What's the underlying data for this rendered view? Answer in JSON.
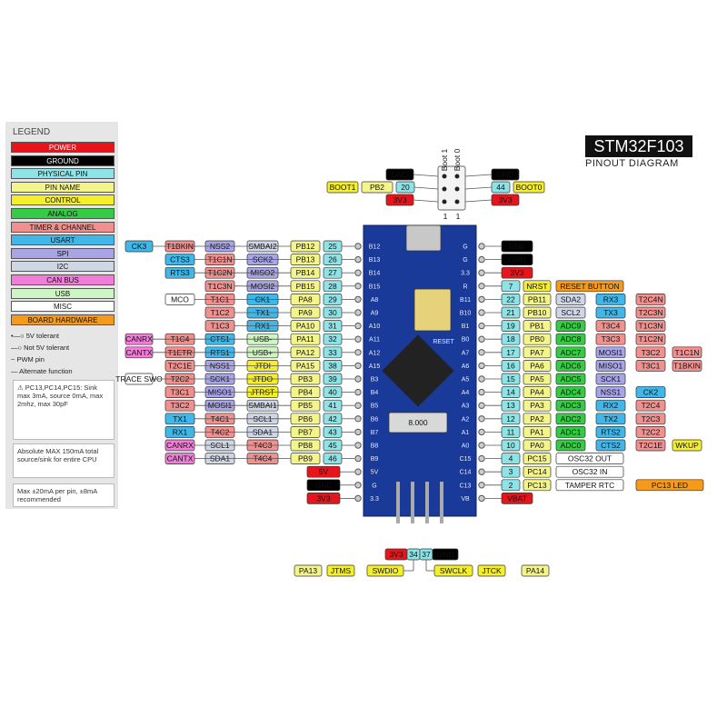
{
  "title": "STM32F103",
  "subtitle": "PINOUT DIAGRAM",
  "legend": {
    "title": "LEGEND",
    "categories": [
      {
        "label": "POWER",
        "color": "#e8141b",
        "text": "#fff"
      },
      {
        "label": "GROUND",
        "color": "#000000",
        "text": "#fff"
      },
      {
        "label": "PHYSICAL PIN",
        "color": "#8ee3e6",
        "text": "#111"
      },
      {
        "label": "PIN NAME",
        "color": "#f3f58a",
        "text": "#111"
      },
      {
        "label": "CONTROL",
        "color": "#f4ef2a",
        "text": "#111"
      },
      {
        "label": "ANALOG",
        "color": "#33cc44",
        "text": "#111"
      },
      {
        "label": "TIMER & CHANNEL",
        "color": "#f0918f",
        "text": "#111"
      },
      {
        "label": "USART",
        "color": "#40b7e8",
        "text": "#111"
      },
      {
        "label": "SPI",
        "color": "#a8a4e6",
        "text": "#111"
      },
      {
        "label": "I2C",
        "color": "#cfd6e6",
        "text": "#111"
      },
      {
        "label": "CAN BUS",
        "color": "#f07dd7",
        "text": "#111"
      },
      {
        "label": "USB",
        "color": "#cff5c4",
        "text": "#111"
      },
      {
        "label": "MISC",
        "color": "#ffffff",
        "text": "#111"
      },
      {
        "label": "BOARD HARDWARE",
        "color": "#f59a1a",
        "text": "#111"
      }
    ],
    "symbols": [
      "5V tolerant",
      "Not 5V tolerant",
      "PWM pin",
      "Alternate function"
    ],
    "note_pc13": "PC13,PC14,PC15: Sink max 3mA, source 0mA, max 2mhz, max 30pF",
    "note_abs": "Absolute MAX 150mA total source/sink for entire CPU",
    "note_pin": "Max ±20mA per pin, ±8mA recommended"
  },
  "colors": {
    "POWER": "#e8141b",
    "GROUND": "#000000",
    "PIN": "#8ee3e6",
    "NAME": "#f3f58a",
    "CTRL": "#f4ef2a",
    "ANALOG": "#33cc44",
    "TIMER": "#f0918f",
    "USART": "#40b7e8",
    "SPI": "#a8a4e6",
    "I2C": "#cfd6e6",
    "CAN": "#f07dd7",
    "USB": "#cff5c4",
    "MISC": "#ffffff",
    "HW": "#f59a1a",
    "BOARD": "#1a3a9a"
  },
  "top_left": [
    {
      "func": "GND",
      "pin": "",
      "cat": "GROUND"
    },
    {
      "func": "PB2",
      "pin": "20",
      "cat": "NAME",
      "extra": "BOOT1"
    },
    {
      "func": "3V3",
      "pin": "",
      "cat": "POWER"
    }
  ],
  "top_right": [
    {
      "func": "GND",
      "pin": "",
      "cat": "GROUND"
    },
    {
      "func": "BOOT0",
      "pin": "44",
      "cat": "CTRL"
    },
    {
      "func": "3V3",
      "pin": "",
      "cat": "POWER"
    }
  ],
  "boot_labels": [
    "Boot 1",
    "Boot 0"
  ],
  "boot_pins": [
    "1",
    "1"
  ],
  "left_rows": [
    {
      "pin": "25",
      "name": "PB12",
      "alts": [
        [
          "SMBAI2",
          "I2C"
        ],
        [
          "NSS2",
          "SPI"
        ],
        [
          "T1BKIN",
          "TIMER"
        ],
        [
          "CK3",
          "USART"
        ]
      ]
    },
    {
      "pin": "26",
      "name": "PB13",
      "alts": [
        [
          "SCK2",
          "SPI"
        ],
        [
          "T1C1N",
          "TIMER"
        ],
        [
          "CTS3",
          "USART"
        ]
      ]
    },
    {
      "pin": "27",
      "name": "PB14",
      "alts": [
        [
          "MISO2",
          "SPI"
        ],
        [
          "T1C2N",
          "TIMER"
        ],
        [
          "RTS3",
          "USART"
        ]
      ]
    },
    {
      "pin": "28",
      "name": "PB15",
      "alts": [
        [
          "MOSI2",
          "SPI"
        ],
        [
          "T1C3N",
          "TIMER"
        ]
      ]
    },
    {
      "pin": "29",
      "name": "PA8",
      "alts": [
        [
          "CK1",
          "USART"
        ],
        [
          "T1C1",
          "TIMER"
        ],
        [
          "MCO",
          "MISC"
        ]
      ]
    },
    {
      "pin": "30",
      "name": "PA9",
      "alts": [
        [
          "TX1",
          "USART"
        ],
        [
          "T1C2",
          "TIMER"
        ]
      ]
    },
    {
      "pin": "31",
      "name": "PA10",
      "alts": [
        [
          "RX1",
          "USART"
        ],
        [
          "T1C3",
          "TIMER"
        ]
      ]
    },
    {
      "pin": "32",
      "name": "PA11",
      "alts": [
        [
          "USB-",
          "USB"
        ],
        [
          "CTS1",
          "USART"
        ],
        [
          "T1C4",
          "TIMER"
        ],
        [
          "CANRX",
          "CAN"
        ]
      ]
    },
    {
      "pin": "33",
      "name": "PA12",
      "alts": [
        [
          "USB+",
          "USB"
        ],
        [
          "RTS1",
          "USART"
        ],
        [
          "T1ETR",
          "TIMER"
        ],
        [
          "CANTX",
          "CAN"
        ]
      ]
    },
    {
      "pin": "38",
      "name": "PA15",
      "alts": [
        [
          "JTDI",
          "CTRL"
        ],
        [
          "NSS1",
          "SPI"
        ],
        [
          "T2C1E",
          "TIMER"
        ]
      ]
    },
    {
      "pin": "39",
      "name": "PB3",
      "alts": [
        [
          "JTDO",
          "CTRL"
        ],
        [
          "SCK1",
          "SPI"
        ],
        [
          "T2C2",
          "TIMER"
        ],
        [
          "TRACE SWO",
          "MISC"
        ]
      ]
    },
    {
      "pin": "40",
      "name": "PB4",
      "alts": [
        [
          "JTRST",
          "CTRL"
        ],
        [
          "MISO1",
          "SPI"
        ],
        [
          "T3C1",
          "TIMER"
        ]
      ]
    },
    {
      "pin": "41",
      "name": "PB5",
      "alts": [
        [
          "SMBAI1",
          "I2C"
        ],
        [
          "MOSI1",
          "SPI"
        ],
        [
          "T3C2",
          "TIMER"
        ]
      ]
    },
    {
      "pin": "42",
      "name": "PB6",
      "alts": [
        [
          "SCL1",
          "I2C"
        ],
        [
          "T4C1",
          "TIMER"
        ],
        [
          "TX1",
          "USART"
        ]
      ]
    },
    {
      "pin": "43",
      "name": "PB7",
      "alts": [
        [
          "SDA1",
          "I2C"
        ],
        [
          "T4C2",
          "TIMER"
        ],
        [
          "RX1",
          "USART"
        ]
      ]
    },
    {
      "pin": "45",
      "name": "PB8",
      "alts": [
        [
          "T4C3",
          "TIMER"
        ],
        [
          "SCL1",
          "I2C"
        ],
        [
          "CANRX",
          "CAN"
        ]
      ]
    },
    {
      "pin": "46",
      "name": "PB9",
      "alts": [
        [
          "T4C4",
          "TIMER"
        ],
        [
          "SDA1",
          "I2C"
        ],
        [
          "CANTX",
          "CAN"
        ]
      ]
    },
    {
      "pin": "",
      "name": "5V",
      "power": "POWER"
    },
    {
      "pin": "",
      "name": "GND",
      "power": "GROUND"
    },
    {
      "pin": "",
      "name": "3V3",
      "power": "POWER"
    }
  ],
  "right_rows": [
    {
      "pin": "",
      "name": "GND",
      "power": "GROUND"
    },
    {
      "pin": "",
      "name": "GND",
      "power": "GROUND"
    },
    {
      "pin": "",
      "name": "3V3",
      "power": "POWER"
    },
    {
      "pin": "7",
      "name": "NRST",
      "cat": "CTRL",
      "alts": [
        [
          "RESET BUTTON",
          "HW"
        ]
      ]
    },
    {
      "pin": "22",
      "name": "PB11",
      "alts": [
        [
          "SDA2",
          "I2C"
        ],
        [
          "RX3",
          "USART"
        ],
        [
          "T2C4N",
          "TIMER"
        ]
      ]
    },
    {
      "pin": "21",
      "name": "PB10",
      "alts": [
        [
          "SCL2",
          "I2C"
        ],
        [
          "TX3",
          "USART"
        ],
        [
          "T2C3N",
          "TIMER"
        ]
      ]
    },
    {
      "pin": "19",
      "name": "PB1",
      "alts": [
        [
          "ADC9",
          "ANALOG"
        ],
        [
          "T3C4",
          "TIMER"
        ],
        [
          "T1C3N",
          "TIMER"
        ]
      ]
    },
    {
      "pin": "18",
      "name": "PB0",
      "alts": [
        [
          "ADC8",
          "ANALOG"
        ],
        [
          "T3C3",
          "TIMER"
        ],
        [
          "T1C2N",
          "TIMER"
        ]
      ]
    },
    {
      "pin": "17",
      "name": "PA7",
      "alts": [
        [
          "ADC7",
          "ANALOG"
        ],
        [
          "MOSI1",
          "SPI"
        ],
        [
          "T3C2",
          "TIMER"
        ],
        [
          "T1C1N",
          "TIMER"
        ]
      ]
    },
    {
      "pin": "16",
      "name": "PA6",
      "alts": [
        [
          "ADC6",
          "ANALOG"
        ],
        [
          "MISO1",
          "SPI"
        ],
        [
          "T3C1",
          "TIMER"
        ],
        [
          "T1BKIN",
          "TIMER"
        ]
      ]
    },
    {
      "pin": "15",
      "name": "PA5",
      "alts": [
        [
          "ADC5",
          "ANALOG"
        ],
        [
          "SCK1",
          "SPI"
        ]
      ]
    },
    {
      "pin": "14",
      "name": "PA4",
      "alts": [
        [
          "ADC4",
          "ANALOG"
        ],
        [
          "NSS1",
          "SPI"
        ],
        [
          "CK2",
          "USART"
        ]
      ]
    },
    {
      "pin": "13",
      "name": "PA3",
      "alts": [
        [
          "ADC3",
          "ANALOG"
        ],
        [
          "RX2",
          "USART"
        ],
        [
          "T2C4",
          "TIMER"
        ]
      ]
    },
    {
      "pin": "12",
      "name": "PA2",
      "alts": [
        [
          "ADC2",
          "ANALOG"
        ],
        [
          "TX2",
          "USART"
        ],
        [
          "T2C3",
          "TIMER"
        ]
      ]
    },
    {
      "pin": "11",
      "name": "PA1",
      "alts": [
        [
          "ADC1",
          "ANALOG"
        ],
        [
          "RTS2",
          "USART"
        ],
        [
          "T2C2",
          "TIMER"
        ]
      ]
    },
    {
      "pin": "10",
      "name": "PA0",
      "alts": [
        [
          "ADC0",
          "ANALOG"
        ],
        [
          "CTS2",
          "USART"
        ],
        [
          "T2C1E",
          "TIMER"
        ],
        [
          "WKUP",
          "CTRL"
        ]
      ]
    },
    {
      "pin": "4",
      "name": "PC15",
      "alts": [
        [
          "OSC32 OUT",
          "MISC"
        ]
      ]
    },
    {
      "pin": "3",
      "name": "PC14",
      "alts": [
        [
          "OSC32 IN",
          "MISC"
        ]
      ]
    },
    {
      "pin": "2",
      "name": "PC13",
      "alts": [
        [
          "TAMPER RTC",
          "MISC"
        ],
        [
          "PC13 LED",
          "HW"
        ]
      ]
    },
    {
      "pin": "",
      "name": "VBAT",
      "power": "POWER"
    }
  ],
  "bottom": {
    "header": [
      {
        "t": "3V3",
        "c": "POWER"
      },
      {
        "t": "34",
        "c": "PIN"
      },
      {
        "t": "37",
        "c": "PIN"
      },
      {
        "t": "GND",
        "c": "GROUND"
      }
    ],
    "left": [
      {
        "t": "PA13",
        "c": "NAME"
      },
      {
        "t": "JTMS",
        "c": "CTRL"
      },
      {
        "t": "SWDIO",
        "c": "CTRL"
      }
    ],
    "right": [
      {
        "t": "SWCLK",
        "c": "CTRL"
      },
      {
        "t": "JTCK",
        "c": "CTRL"
      },
      {
        "t": "PA14",
        "c": "NAME"
      }
    ]
  },
  "board": {
    "reset_label": "RESET",
    "crystal_label": "8.000",
    "left_pin_labels": [
      "B12",
      "B13",
      "B14",
      "B15",
      "A8",
      "A9",
      "A10",
      "A11",
      "A12",
      "A15",
      "B3",
      "B4",
      "B5",
      "B6",
      "B7",
      "B8",
      "B9",
      "5V",
      "G",
      "3.3"
    ],
    "right_pin_labels": [
      "G",
      "G",
      "3.3",
      "R",
      "B11",
      "B10",
      "B1",
      "B0",
      "A7",
      "A6",
      "A5",
      "A4",
      "A3",
      "A2",
      "A1",
      "A0",
      "C15",
      "C14",
      "C13",
      "VB"
    ]
  }
}
